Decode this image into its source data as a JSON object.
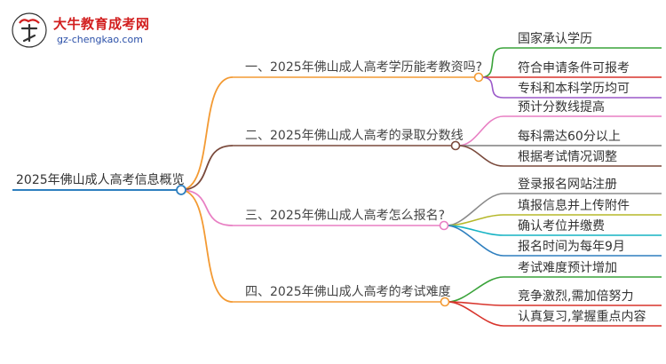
{
  "logo": {
    "title": "大牛教育成考网",
    "url_text": "gz-chengkao.com"
  },
  "root": {
    "label": "2025年佛山成人高考信息概览",
    "color": "#2e7fbf"
  },
  "branches": [
    {
      "label": "一、2025年佛山成人高考学历能考教资吗?",
      "color": "#f39a33",
      "children": [
        {
          "label": "国家承认学历",
          "color": "#3aa33a"
        },
        {
          "label": "符合申请条件可报考",
          "color": "#d8342c"
        },
        {
          "label": "专科和本科学历均可",
          "color": "#9b59c9"
        }
      ]
    },
    {
      "label": "二、2025年佛山成人高考的录取分数线",
      "color": "#7a4a3c",
      "children": [
        {
          "label": "预计分数线提高",
          "color": "#e87fc3"
        },
        {
          "label": "每科需达60分以上",
          "color": "#7f7f7f"
        },
        {
          "label": "根据考试情况调整",
          "color": "#7a4a3c"
        }
      ]
    },
    {
      "label": "三、2025年佛山成人高考怎么报名?",
      "color": "#e87fc3",
      "children": [
        {
          "label": "登录报名网站注册",
          "color": "#8a8a8a"
        },
        {
          "label": "填报信息并上传附件",
          "color": "#b5b82a"
        },
        {
          "label": "确认考位并缴费",
          "color": "#17b3c4"
        },
        {
          "label": "报名时间为每年9月",
          "color": "#2e7fbf"
        }
      ]
    },
    {
      "label": "四、2025年佛山成人高考的考试难度",
      "color": "#f39a33",
      "children": [
        {
          "label": "考试难度预计增加",
          "color": "#3aa33a"
        },
        {
          "label": "竞争激烈,需加倍努力",
          "color": "#d8342c"
        },
        {
          "label": "认真复习,掌握重点内容",
          "color": "#d8342c"
        }
      ]
    }
  ]
}
